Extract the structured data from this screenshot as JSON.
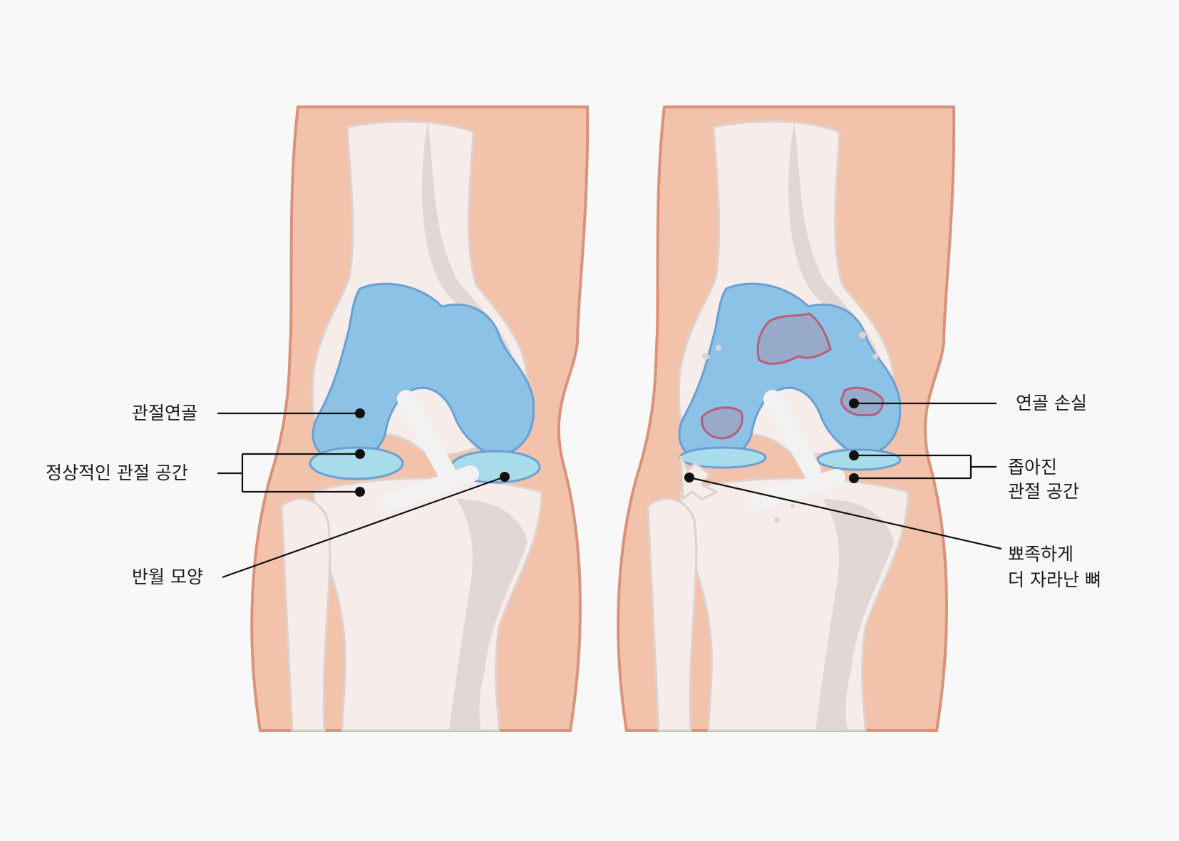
{
  "labels": {
    "articular_cartilage": "관절연골",
    "normal_joint_space": "정상적인 관절 공간",
    "meniscus": "반월 모양",
    "cartilage_loss": "연골 손실",
    "narrowed_joint_space_line1": "좁아진",
    "narrowed_joint_space_line2": "관절 공간",
    "bone_spur_line1": "뾰족하게",
    "bone_spur_line2": "더 자라난 뼈"
  },
  "colors": {
    "background": "#f8f8f8",
    "skin": "#f2c3aa",
    "skin_outline": "#d9937a",
    "bone": "#f6ecea",
    "bone_shadow": "#ddd2ce",
    "cartilage": "#8cc2e6",
    "cartilage_outline": "#6a9fd4",
    "meniscus": "#a8dcea",
    "ligament": "#f2f2f2",
    "damage": "#c0516a",
    "leader_line": "#111111"
  }
}
